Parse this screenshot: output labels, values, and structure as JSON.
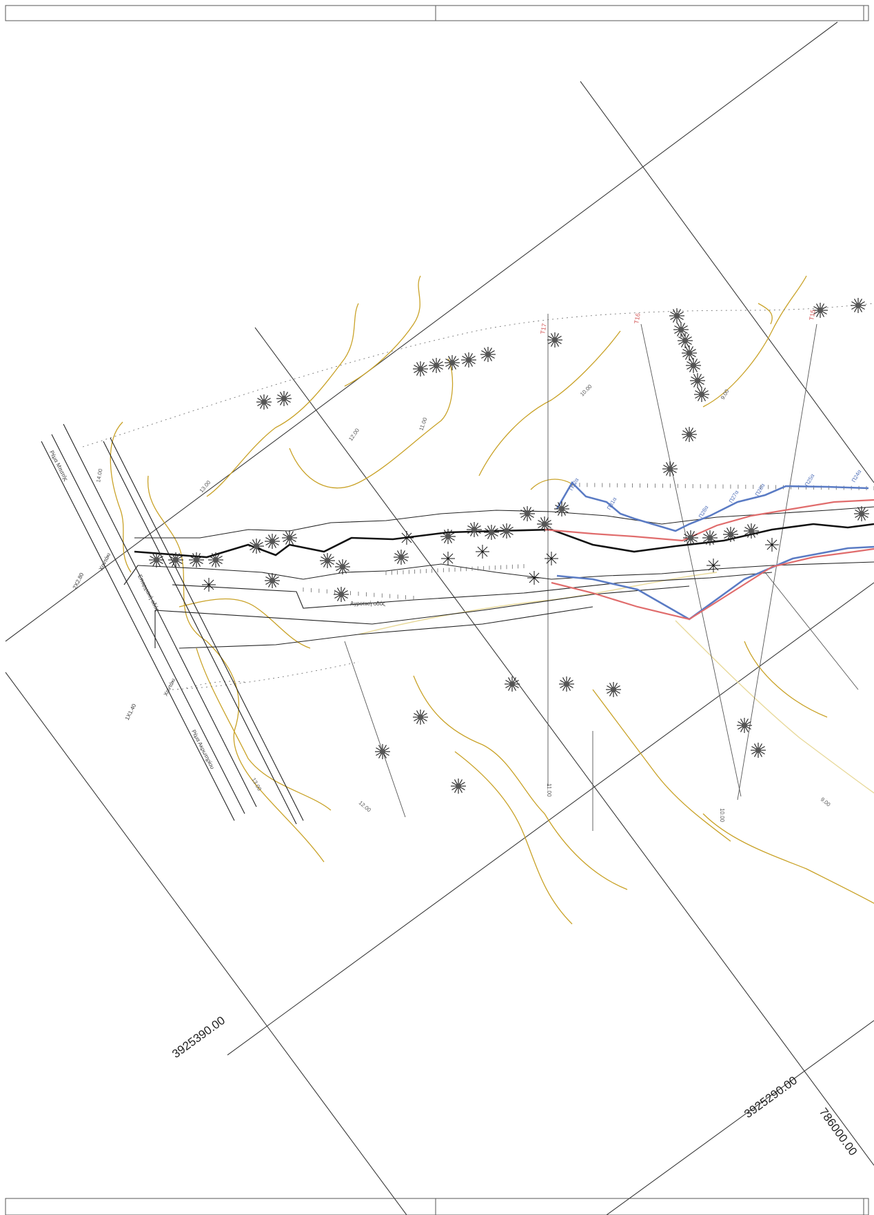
{
  "colors": {
    "grid": "#3a3a3a",
    "contour": "#c9a227",
    "road": "#111111",
    "survey_blue": "#5a7bc4",
    "survey_red": "#e06c6c"
  },
  "coordinates": {
    "northing_a": "3925390.00",
    "northing_b": "3925290.00",
    "easting": "786000.00"
  },
  "contours": [
    "14.00",
    "13.00",
    "12.00",
    "11.00",
    "10.00",
    "9.00",
    "13.00",
    "12.00",
    "11.00",
    "10.00",
    "9.00"
  ],
  "road_labels": {
    "agricultural_road": "Αγροτική οδός",
    "provincial_road": "Επαρχιακή οδός",
    "stream_a": "Ρέμα Μπατής",
    "ditch_a": "Χαντάκι",
    "ditch_b": "Χαντάκι",
    "stream_b": "Ρέμα Ακρωτηρίου",
    "culvert_a": "2X2.80",
    "culvert_b": "1X1.40"
  },
  "sections": [
    "T17",
    "T16",
    "T15"
  ],
  "blue_points": [
    "Π32α",
    "Π31α",
    "Π28α",
    "Π27α",
    "Π26α",
    "Π25α",
    "Π24α"
  ],
  "legend_icons": [
    "tree-icon",
    "shrub-icon"
  ]
}
